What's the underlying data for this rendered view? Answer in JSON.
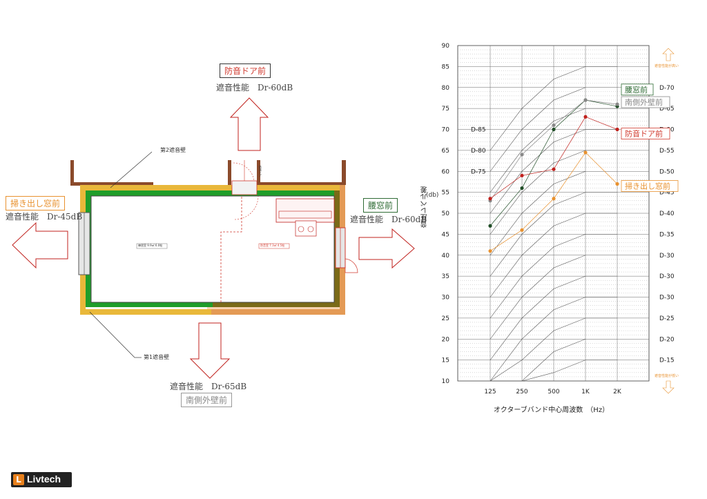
{
  "plan": {
    "top": {
      "name": "防音ドア前",
      "perf": "遮音性能　Dr-60dB",
      "color": "#d0392e"
    },
    "left": {
      "name": "掃き出し窓前",
      "perf": "遮音性能　Dr-45dB",
      "color": "#e8912e"
    },
    "right": {
      "name": "腰窓前",
      "perf": "遮音性能　Dr-60dB",
      "color": "#2e6b34"
    },
    "bottom": {
      "name": "南側外壁前",
      "perf": "遮音性能　Dr-65dB",
      "color": "#888888"
    },
    "wall2_label": "第2遮音壁",
    "wall1_label": "第1遮音壁",
    "room_label_left": "練習室 9.9㎡ 6.0帖",
    "room_label_right": "防音室 7.3㎡ 4.5帖",
    "door_note": "防音ドア"
  },
  "chart_data": {
    "type": "line",
    "ylabel": "音圧レベル差",
    "ylabel_unit": "(db)",
    "xlabel": "オクターブバンド中心周波数　（Hz）",
    "categories": [
      "125",
      "250",
      "500",
      "1K",
      "2K"
    ],
    "ylim": [
      10,
      90
    ],
    "yticks": [
      10,
      15,
      20,
      25,
      30,
      35,
      40,
      45,
      50,
      55,
      60,
      65,
      70,
      75,
      80,
      85,
      90
    ],
    "right_ticks": [
      "D-70",
      "D-65",
      "D-60",
      "D-55",
      "D-50",
      "D-45",
      "D-40",
      "D-35",
      "D-30",
      "D-30",
      "D-30",
      "D-25",
      "D-20",
      "D-15"
    ],
    "left_inner_ticks": [
      {
        "label": "D-85",
        "y": 70
      },
      {
        "label": "D-80",
        "y": 65
      },
      {
        "label": "D-75",
        "y": 60
      }
    ],
    "top_note": "遮音性能が高い",
    "bottom_note": "遮音性能が低い",
    "series": [
      {
        "name": "腰窓前",
        "color": "#1f4d26",
        "values": [
          47,
          56,
          70,
          77,
          75.5
        ]
      },
      {
        "name": "南側外壁前",
        "color": "#888888",
        "values": [
          53,
          64,
          71,
          77,
          76
        ]
      },
      {
        "name": "防音ドア前",
        "color": "#c0211d",
        "values": [
          53.5,
          59,
          60.5,
          73,
          70
        ]
      },
      {
        "name": "掃き出し窓前",
        "color": "#e8912e",
        "values": [
          41,
          46,
          53.5,
          64.5,
          57
        ]
      }
    ],
    "legend": [
      {
        "name": "腰窓前",
        "color": "#2e6b34",
        "y": 79.5
      },
      {
        "name": "南側外壁前",
        "color": "#888888",
        "y": 76.5
      },
      {
        "name": "防音ドア前",
        "color": "#d0392e",
        "y": 69
      },
      {
        "name": "掃き出し窓前",
        "color": "#e8912e",
        "y": 56.5
      }
    ]
  },
  "brand": {
    "mark": "L",
    "name": "Livtech"
  }
}
